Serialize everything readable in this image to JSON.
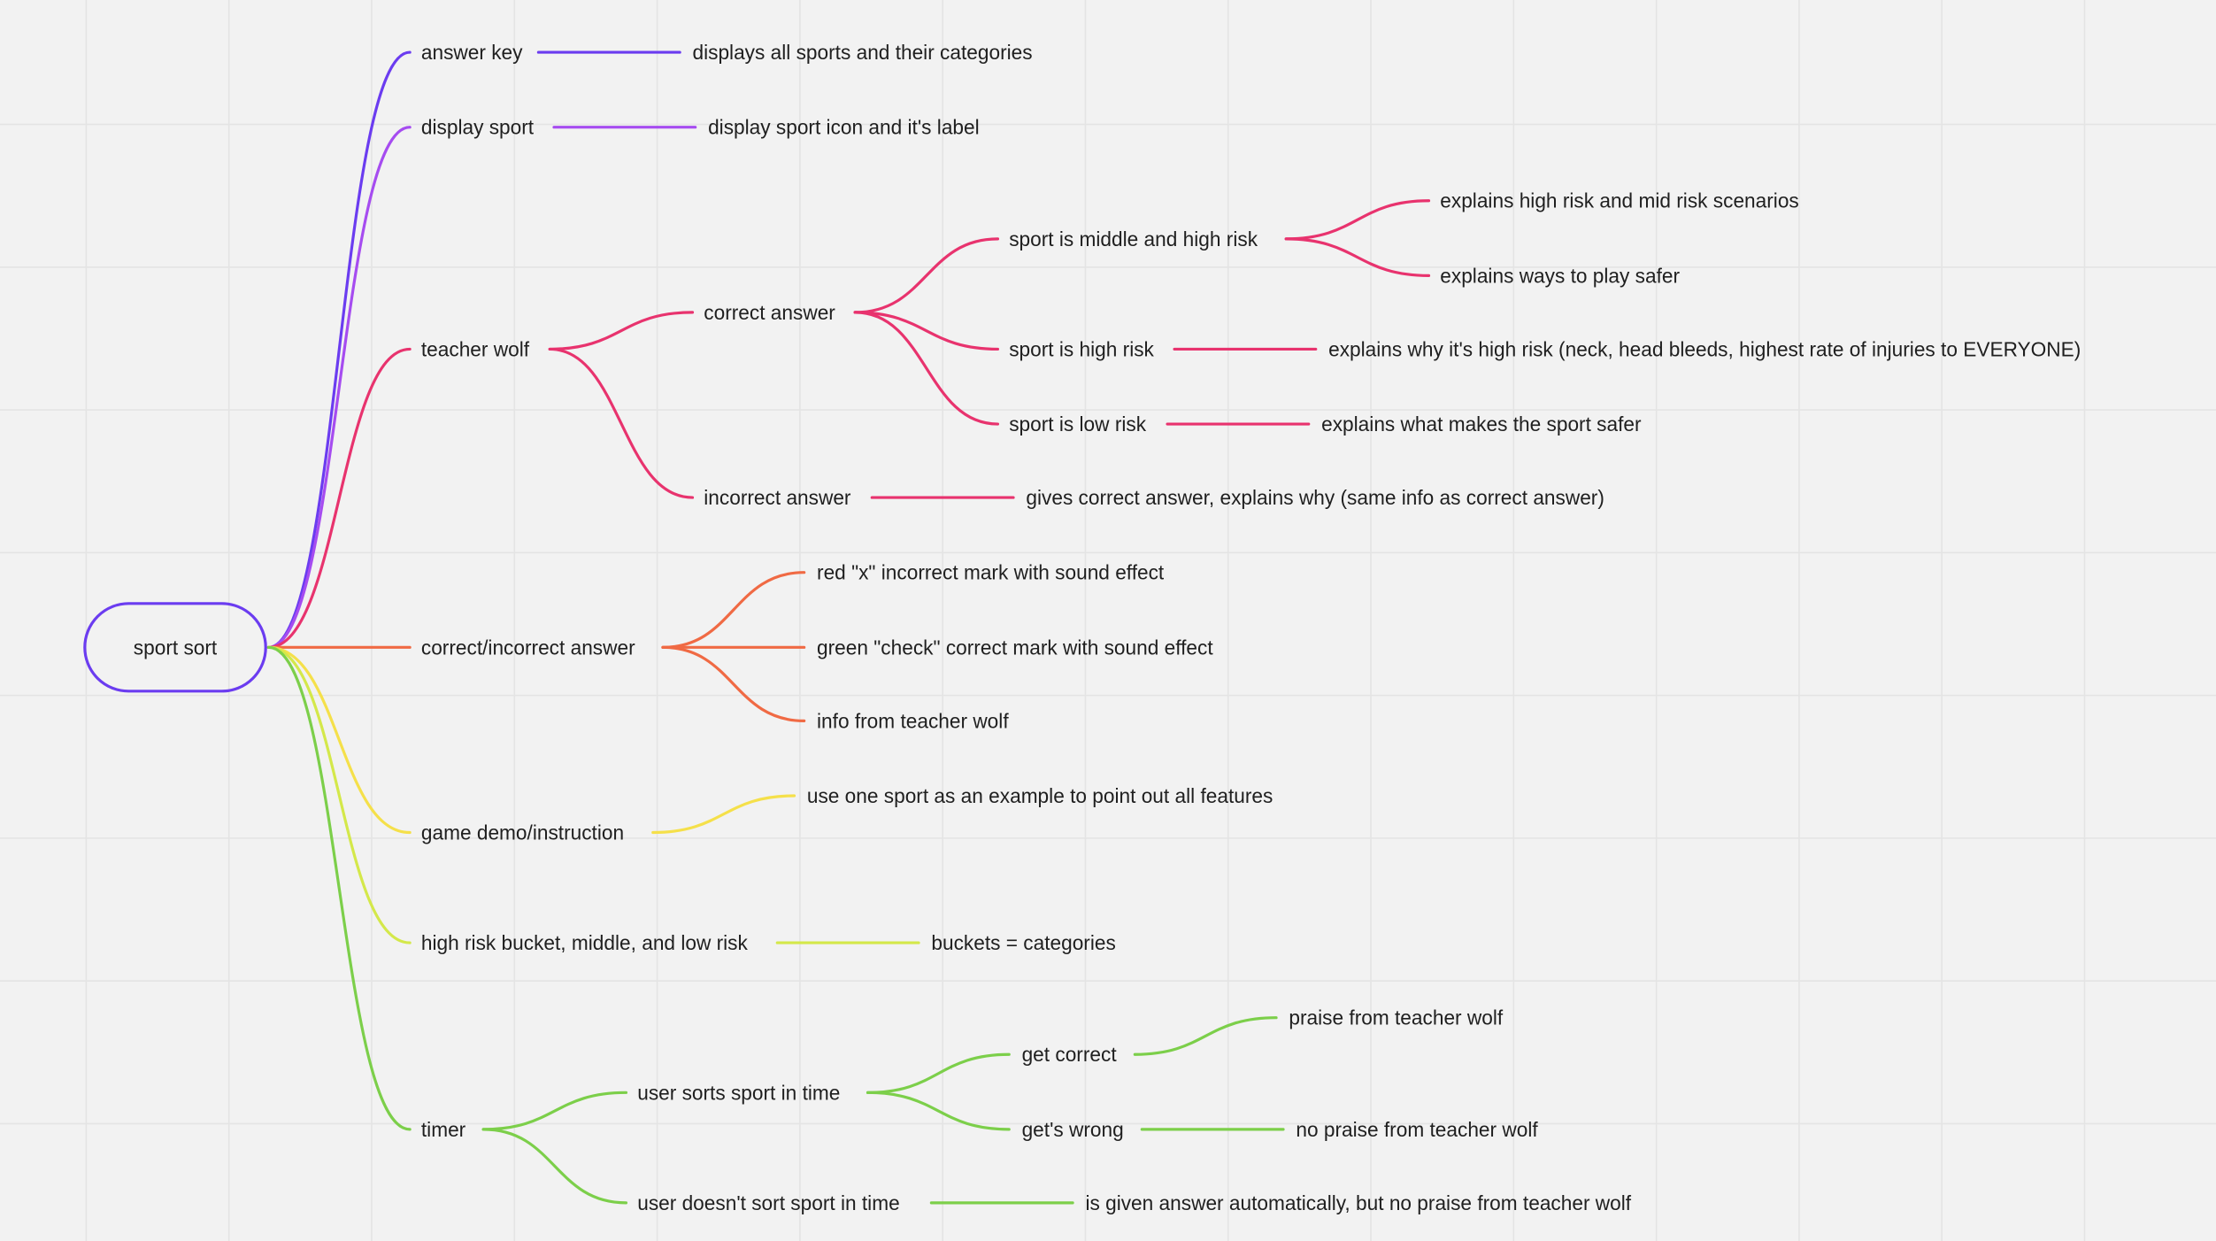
{
  "colors": {
    "background": "#f2f2f2",
    "answer_key": "#6b3cf0",
    "display_sport": "#a64cf0",
    "teacher_wolf": "#e8336e",
    "correct_incorrect": "#f06a44",
    "game_demo": "#f5e04a",
    "risk_buckets": "#d4e84a",
    "timer": "#7ccf4a"
  },
  "root": "sport sort",
  "answer_key": {
    "label": "answer key",
    "child": "displays all sports and their categories"
  },
  "display_sport": {
    "label": "display sport",
    "child": "display sport icon and it's label"
  },
  "teacher_wolf": {
    "label": "teacher wolf",
    "correct": {
      "label": "correct answer",
      "mid_high": {
        "label": "sport is middle and high risk",
        "children": [
          "explains high risk and mid risk scenarios",
          "explains ways to play safer"
        ]
      },
      "high": {
        "label": "sport is high risk",
        "child": "explains why it's high risk (neck, head bleeds, highest rate of injuries to EVERYONE)"
      },
      "low": {
        "label": "sport is low risk",
        "child": "explains what makes the sport safer"
      }
    },
    "incorrect": {
      "label": "incorrect answer",
      "child": "gives correct answer, explains why (same info as correct answer)"
    }
  },
  "correct_incorrect": {
    "label": "correct/incorrect answer",
    "children": [
      "red \"x\" incorrect mark with sound effect",
      "green \"check\" correct mark with sound effect",
      "info from teacher wolf"
    ]
  },
  "game_demo": {
    "label": "game demo/instruction",
    "child": "use one sport as an example to point out all features"
  },
  "risk_buckets": {
    "label": "high risk bucket, middle, and low risk",
    "child": "buckets = categories"
  },
  "timer": {
    "label": "timer",
    "in_time": {
      "label": "user sorts sport in time",
      "correct": {
        "label": "get correct",
        "child": "praise from teacher wolf"
      },
      "wrong": {
        "label": "get's wrong",
        "child": "no praise from teacher wolf"
      }
    },
    "not_in_time": {
      "label": "user doesn't sort sport in time",
      "child": "is given answer automatically, but no praise from teacher wolf"
    }
  }
}
